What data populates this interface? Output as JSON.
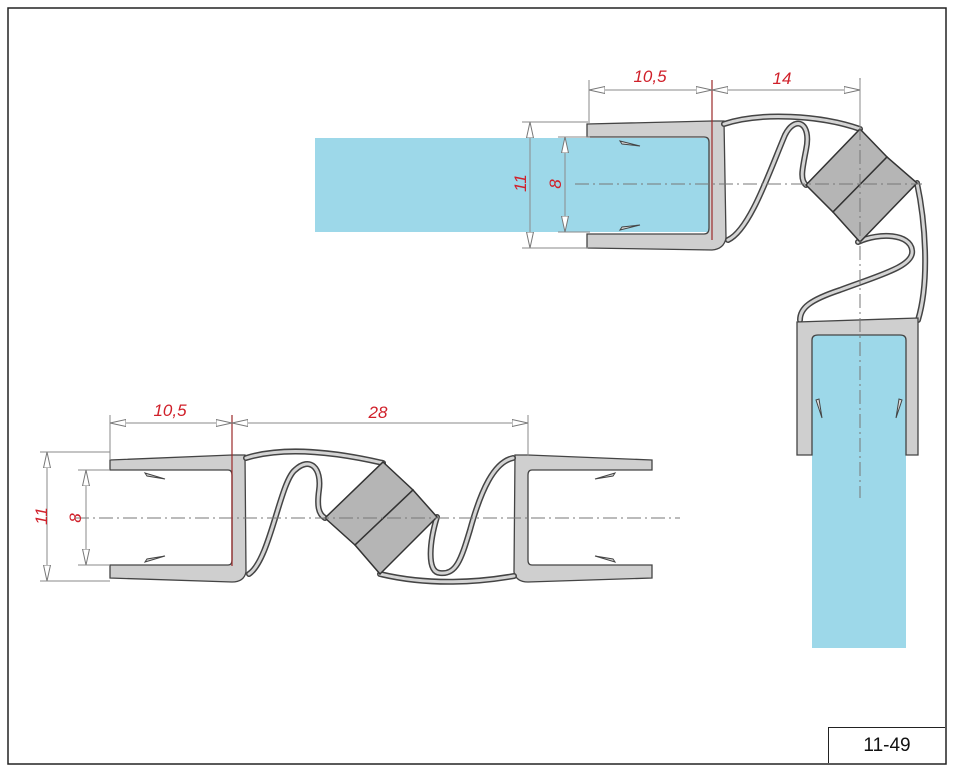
{
  "drawing_number": "11-49",
  "colors": {
    "glass": "#9dd8e9",
    "profile": "#cfcfcf",
    "magnet": "#b5b5b5",
    "dimension_text": "#d0202a"
  },
  "top_view": {
    "title": "corner seal 90°",
    "dims": {
      "channel_depth": "10,5",
      "offset": "14",
      "outer_height": "11",
      "glass_thickness": "8"
    }
  },
  "bottom_view": {
    "title": "straight seal 180°",
    "dims": {
      "channel_depth": "10,5",
      "span": "28",
      "outer_height": "11",
      "glass_thickness": "8"
    }
  }
}
